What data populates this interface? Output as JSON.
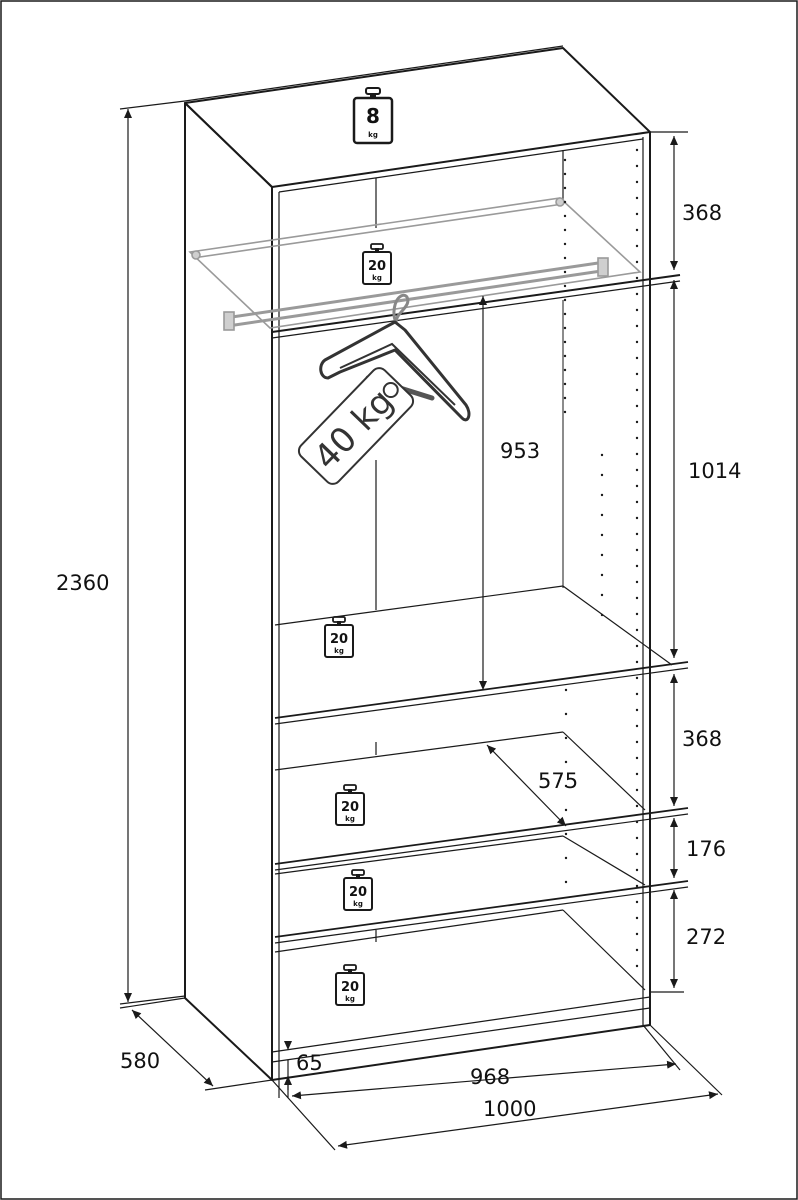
{
  "dimensions": {
    "height_total": "2360",
    "depth": "580",
    "width_outer": "1000",
    "width_inner": "968",
    "plinth": "65",
    "top_compartment": "368",
    "hanging_compartment": "1014",
    "hanging_clearance": "953",
    "shelf_gap_1": "368",
    "shelf_gap_2": "176",
    "bottom_compartment": "272",
    "shelf_depth": "575"
  },
  "loads": {
    "top_panel": {
      "value": "8",
      "unit": "kg"
    },
    "glass_shelf": {
      "value": "20",
      "unit": "kg"
    },
    "hanging_rail": {
      "value": "40 kg"
    },
    "shelf_1": {
      "value": "20",
      "unit": "kg"
    },
    "shelf_2": {
      "value": "20",
      "unit": "kg"
    },
    "shelf_3": {
      "value": "20",
      "unit": "kg"
    },
    "bottom": {
      "value": "20",
      "unit": "kg"
    }
  },
  "colors": {
    "line": "#1a1a1a",
    "glass": "#9a9a9a"
  }
}
